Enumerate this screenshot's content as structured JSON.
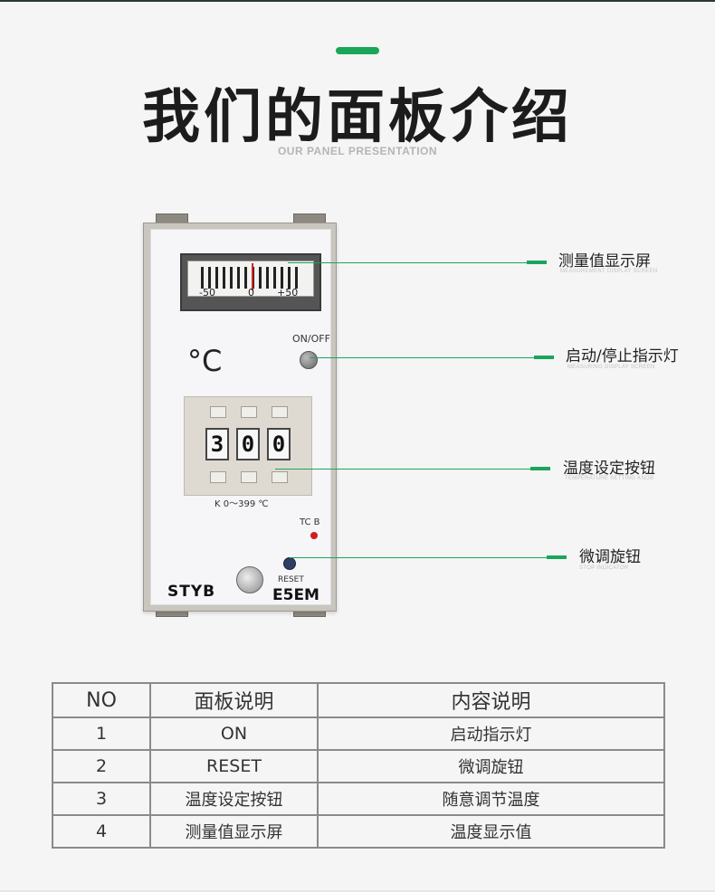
{
  "header": {
    "title": "我们的面板介绍",
    "subtitle": "OUR PANEL PRESENTATION",
    "accent_color": "#1aa659"
  },
  "device": {
    "meter_labels": [
      "-50",
      "0",
      "+50"
    ],
    "onoff_label": "ON/OFF",
    "unit_symbol": "°C",
    "digits": [
      "3",
      "0",
      "0"
    ],
    "range_label": "K  0～399 ℃",
    "tcb_label": "TC B",
    "reset_label": "RESET",
    "brand": "STYB",
    "model": "E5EM"
  },
  "callouts": [
    {
      "label": "测量值显示屏",
      "sub": "MEASUREMENT DISPLAY SCREEN"
    },
    {
      "label": "启动/停止指示灯",
      "sub": "MEASURING DISPLAY SCREEN"
    },
    {
      "label": "温度设定按钮",
      "sub": "TEMPERATURE SETTING KNOB"
    },
    {
      "label": "微调旋钮",
      "sub": "STOP INDICATOR"
    }
  ],
  "table": {
    "headers": [
      "NO",
      "面板说明",
      "内容说明"
    ],
    "rows": [
      [
        "1",
        "ON",
        "启动指示灯"
      ],
      [
        "2",
        "RESET",
        "微调旋钮"
      ],
      [
        "3",
        "温度设定按钮",
        "随意调节温度"
      ],
      [
        "4",
        "测量值显示屏",
        "温度显示值"
      ]
    ]
  }
}
